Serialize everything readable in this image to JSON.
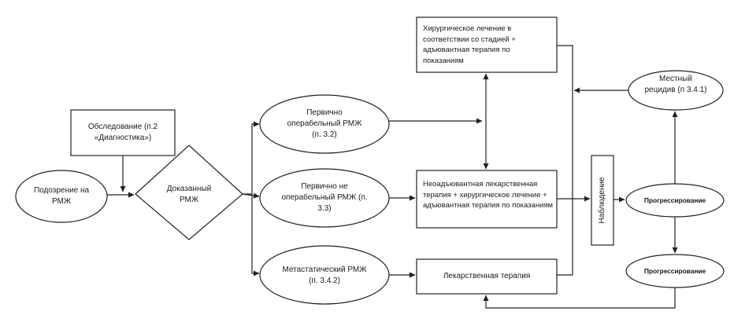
{
  "nodes": {
    "suspicion": "Подозрение на РМЖ",
    "exam": "Обследование (п.2 «Диагностика»)",
    "proven": "Доказанный РМЖ",
    "operable": "Первично операбельный РМЖ (п. 3.2)",
    "inoperable": "Первично не операбельный РМЖ (п. 3.3)",
    "metastatic": "Метастатический РМЖ (п. 3.4.2)",
    "surgery": "Хирургическое лечение в соответствии со стадией + адъювантная терапия по показаниям",
    "neoadjuvant": "Неоадъювантная лекарственная терапия + хирургическое лечение + адъювантная терапия по показаниям",
    "drug_therapy": "Лекарственная терапия",
    "observation": "Наблюдение",
    "local_relapse": "Местный рецидив (п 3.4.1)",
    "progression_1": "Прогрессирование",
    "progression_2": "Прогрессирование"
  }
}
